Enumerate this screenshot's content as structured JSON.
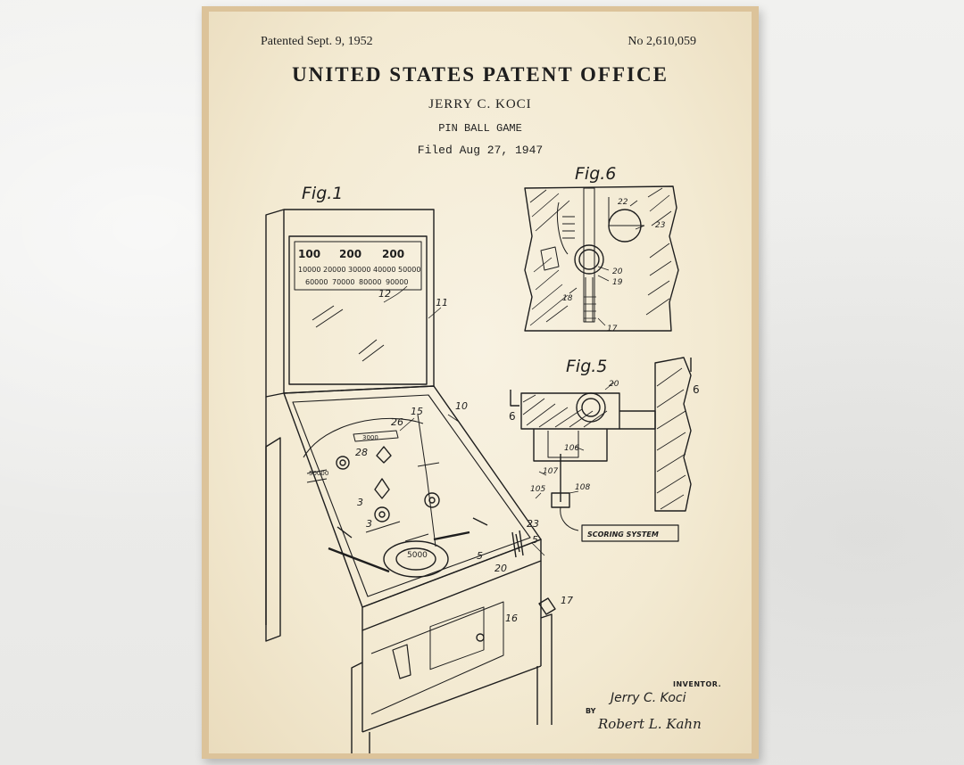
{
  "patent": {
    "patented_date": "Patented Sept. 9, 1952",
    "number": "No 2,610,059",
    "office": "UNITED STATES PATENT OFFICE",
    "inventor": "JERRY C. KOCI",
    "title": "PIN BALL GAME",
    "filed": "Filed Aug 27, 1947"
  },
  "figures": {
    "fig1": {
      "label": "Fig.1",
      "backbox_scores_row1": [
        "100",
        "200",
        "200"
      ],
      "backbox_scores_row2": [
        "10000",
        "20000",
        "30000",
        "40000",
        "50000"
      ],
      "backbox_scores_row3": [
        "60000",
        "70000",
        "80000",
        "90000"
      ],
      "playfield_center_score": "5000",
      "bumper_top_score": "3000",
      "left_target_score": "50000",
      "refs": [
        "12",
        "11",
        "10",
        "15",
        "26",
        "28",
        "3",
        "3",
        "23",
        "5",
        "5",
        "20",
        "16",
        "17"
      ]
    },
    "fig5": {
      "label": "Fig.5",
      "refs": [
        "20",
        "6",
        "6",
        "106",
        "107",
        "105",
        "108"
      ],
      "scoring_box": "SCORING SYSTEM"
    },
    "fig6": {
      "label": "Fig.6",
      "refs": [
        "22",
        "23",
        "20",
        "19",
        "18",
        "17"
      ]
    }
  },
  "signature": {
    "inventor_label": "INVENTOR.",
    "inventor_signature": "Jerry C. Koci",
    "by_label": "BY",
    "attorney_signature": "Robert L. Kahn"
  }
}
